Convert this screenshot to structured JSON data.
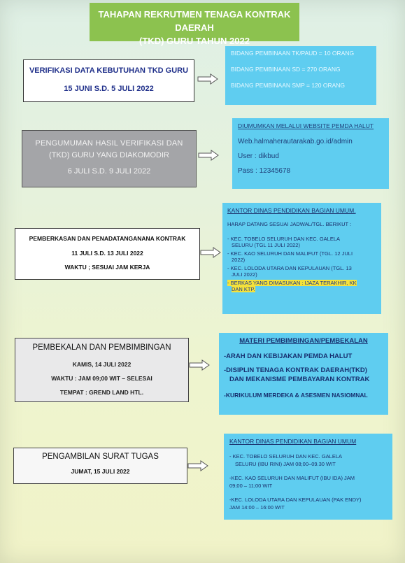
{
  "title": {
    "line1": "TAHAPAN REKRUTMEN  TENAGA KONTRAK DAERAH",
    "line2": "(TKD) GURU  TAHUN 2022"
  },
  "steps": [
    {
      "title": "VERIFIKASI  DATA KEBUTUHAN TKD GURU",
      "date": "15 JUNI S.D. 5 JULI  2022",
      "info": {
        "lines": [
          "BIDANG PEMBINAAN TK/PAUD  = 10 ORANG",
          "BIDANG PEMBINAAN SD  =  270 ORANG",
          "BIDANG PEMBINAAN SMP  = 120 ORANG"
        ]
      }
    },
    {
      "title_line1": "PENGUMUMAN HASIL VERIFIKASI DAN",
      "title_line2": "(TKD) GURU YANG DIAKOMODIR",
      "date": "6 JULI  S.D. 9 JULI 2022",
      "info": {
        "heading": "DIUMUMKAN  MELALUI  WEBSITE PEMDA HALUT",
        "lines": [
          "Web.halmaherautarakab.go.id/admin",
          "User : dikbud",
          "Pass : 12345678"
        ]
      }
    },
    {
      "title": "PEMBERKASAN DAN PENADATANGANANA  KONTRAK",
      "date": "11 JULI  S.D.  13 JULI 2022",
      "time": "WAKTU ; SESUAI JAM KERJA",
      "info": {
        "heading": "KANTOR  DINAS PENDIDIKAN BAGIAN UMUM.",
        "sub": "HARAP DATANG  SESUAI JADWAL/TGL. BERIKUT :",
        "items": [
          {
            "l1": "- KEC. TOBELO SELURUH DAN KEC. GALELA",
            "l2": "SELURU (TGL 11 JULI 2022)"
          },
          {
            "l1": "- KEC. KAO SELURUH  DAN  MALIFUT  (TGL. 12 JULI",
            "l2": "2022)"
          },
          {
            "l1": "- KEC. LOLODA UTARA DAN KEPULAUAN  (TGL. 13",
            "l2": "JULI 2022)"
          }
        ],
        "highlight_l1": "- BERKAS YANG DIMASUKAN : IJAZA TERAKHIR, KK",
        "highlight_l2": "DAN  KTP."
      }
    },
    {
      "title": "PEMBEKALAN DAN PEMBIMBINGAN",
      "date": "KAMIS,  14  JULI  2022",
      "time": "WAKTU : JAM 09;00  WIT – SELESAI",
      "place": "TEMPAT : GREND LAND HTL.",
      "info": {
        "heading": "MATERI PEMBIMBINGAN/PEMBEKALAN",
        "item1": "-ARAH DAN KEBIJAKAN PEMDA HALUT",
        "item2_l1": "-DISIPLIN TENAGA KONTRAK DAERAH(TKD)",
        "item2_l2": "DAN MEKANISME PEMBAYARAN KONTRAK",
        "item3": "-KURIKULUM MERDEKA & ASESMEN  NASIOMNAL"
      }
    },
    {
      "title": "PENGAMBILAN SURAT TUGAS",
      "date": "JUMAT, 15  JULI  2022",
      "info": {
        "heading": "KANTOR  DINAS PENDIDIKAN BAGIAN UMUM",
        "item1_l1": "- KEC. TOBELO SELURUH DAN KEC. GALELA",
        "item1_l2": "SELURU   (IBU RINI) JAM 08;00–09.30 WIT",
        "item2_l1": "-KEC. KAO SELURUH  DAN MALIFUT (IBU IDA) JAM",
        "item2_l2": "09;00 – 11;00 WIT",
        "item3_l1": "-KEC. LOLODA UTARA DAN KEPULAUAN (PAK  ENDY)",
        "item3_l2": "JAM 14:00 – 16:00 WIT"
      }
    }
  ],
  "colors": {
    "title_bg": "#8cc24f",
    "info_bg": "#5fcdf0",
    "highlight": "#f5e23a",
    "dark_box": "#a4a5a8"
  },
  "icons": [
    "right-arrow-icon"
  ]
}
